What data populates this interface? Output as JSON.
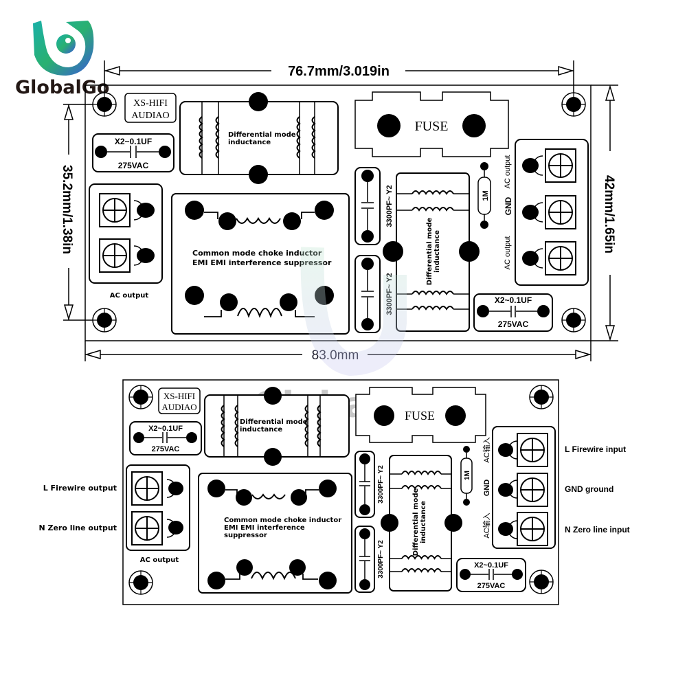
{
  "logo": {
    "brand_text": "GlobalGo",
    "colors": {
      "teal": "#1aa6a0",
      "green": "#2fc36a",
      "blue": "#2a5fd0",
      "purple": "#8a4fd6",
      "text": "#231815"
    }
  },
  "watermark": {
    "text": "GlobalGo"
  },
  "top_board": {
    "dim_width_top": "76.7mm/3.019in",
    "dim_width_bottom": "83.0mm",
    "dim_height_left": "35.2mm/1.38in",
    "dim_height_right": "42mm/1.65in",
    "brand_box": [
      "XS-HIFI",
      "AUDIAO"
    ],
    "cap_x2": {
      "top": "X2~0.1UF",
      "bottom": "275VAC"
    },
    "diff_mode_label": [
      "Differential mode",
      "inductance"
    ],
    "common_mode_label": [
      "Common mode choke inductor",
      "EMI EMI interference suppressor"
    ],
    "fuse_label": "FUSE",
    "cap_y2": "3300PF~ Y2",
    "resistor": "1M",
    "left_terminal_caption": "AC output",
    "right_terminal_labels": [
      "AC output",
      "GND",
      "AC output"
    ]
  },
  "bottom_board": {
    "brand_box": [
      "XS-HIFI",
      "AUDIAO"
    ],
    "cap_x2": {
      "top": "X2~0.1UF",
      "bottom": "275VAC"
    },
    "diff_mode_label": [
      "Differential mode",
      "inductance"
    ],
    "common_mode_label": [
      "Common mode choke inductor",
      "EMI EMI interference",
      "suppressor"
    ],
    "fuse_label": "FUSE",
    "cap_y2": "3300PF~ Y2",
    "resistor": "1M",
    "left_terminal_caption": "AC output",
    "right_terminal_labels": [
      "AC输入",
      "GND",
      "AC输入"
    ],
    "left_callouts": [
      "L Firewire output",
      "N Zero line output"
    ],
    "right_callouts": [
      "L Firewire input",
      "GND ground",
      "N Zero  line input"
    ]
  }
}
